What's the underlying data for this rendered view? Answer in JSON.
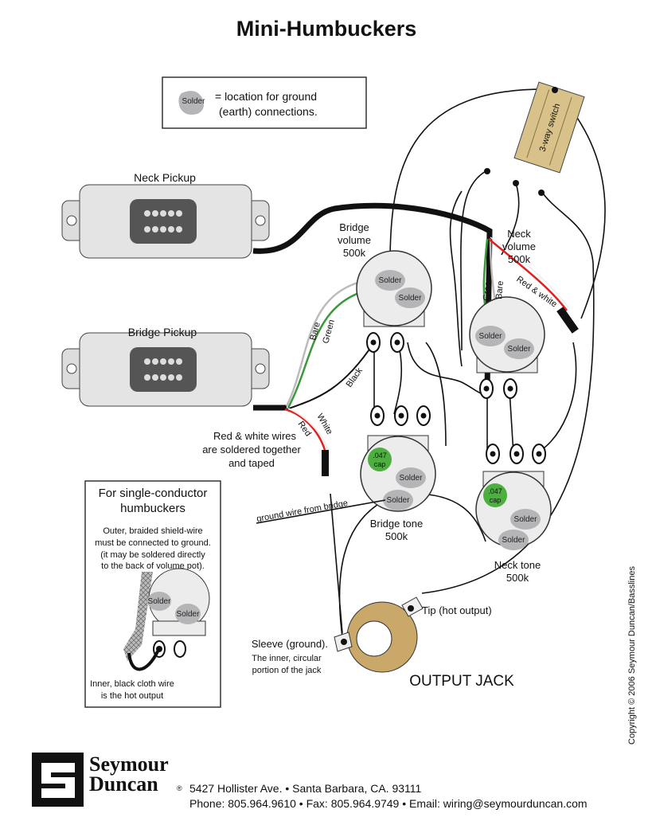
{
  "title": "Mini-Humbuckers",
  "legend": {
    "solder": "Solder",
    "line1": "= location for ground",
    "line2": "(earth) connections."
  },
  "pickups": {
    "neck": "Neck Pickup",
    "bridge": "Bridge Pickup"
  },
  "switch": {
    "label": "3-way switch"
  },
  "bridge_volume": {
    "l1": "Bridge",
    "l2": "volume",
    "l3": "500k"
  },
  "neck_volume": {
    "l1": "Neck",
    "l2": "volume",
    "l3": "500k"
  },
  "bridge_tone": {
    "l1": "Bridge tone",
    "l2": "500k"
  },
  "neck_tone": {
    "l1": "Neck tone",
    "l2": "500k"
  },
  "solder": "Solder",
  "cap": {
    "l1": ".047",
    "l2": "cap"
  },
  "wires": {
    "bare": "Bare",
    "green": "Green",
    "black": "Black",
    "red": "Red",
    "white": "White",
    "red_white": "Red & white"
  },
  "note_taped": {
    "l1": "Red & white wires",
    "l2": "are soldered together",
    "l3": "and taped"
  },
  "ground_wire": "ground wire from bridge",
  "jack": {
    "tip": "Tip (hot output)",
    "sleeve": "Sleeve (ground).",
    "inner1": "The inner, circular",
    "inner2": "portion of the jack",
    "title": "OUTPUT JACK"
  },
  "copyright": "Copyright © 2006 Seymour Duncan/Basslines",
  "inset": {
    "title1": "For single-conductor",
    "title2": "humbuckers",
    "t1": "Outer, braided shield-wire",
    "t2": "must be connected to ground.",
    "t3": "(it may be soldered directly",
    "t4": "to the back of volume pot).",
    "b1": "Inner, black cloth wire",
    "b2": "is the hot output"
  },
  "footer": {
    "brand1": "Seymour",
    "brand2": "Duncan",
    "reg": "®",
    "address": "5427 Hollister Ave. • Santa Barbara, CA. 93111",
    "contact": "Phone: 805.964.9610 • Fax: 805.964.9749 • Email: wiring@seymourduncan.com"
  },
  "colors": {
    "solder": "#b5b5b8",
    "cap": "#4caf3f",
    "switch": "#d8c28a",
    "jack": "#c9a86a",
    "green_wire": "#3a9a3a",
    "red_wire": "#d22",
    "pot": "#ececec"
  }
}
